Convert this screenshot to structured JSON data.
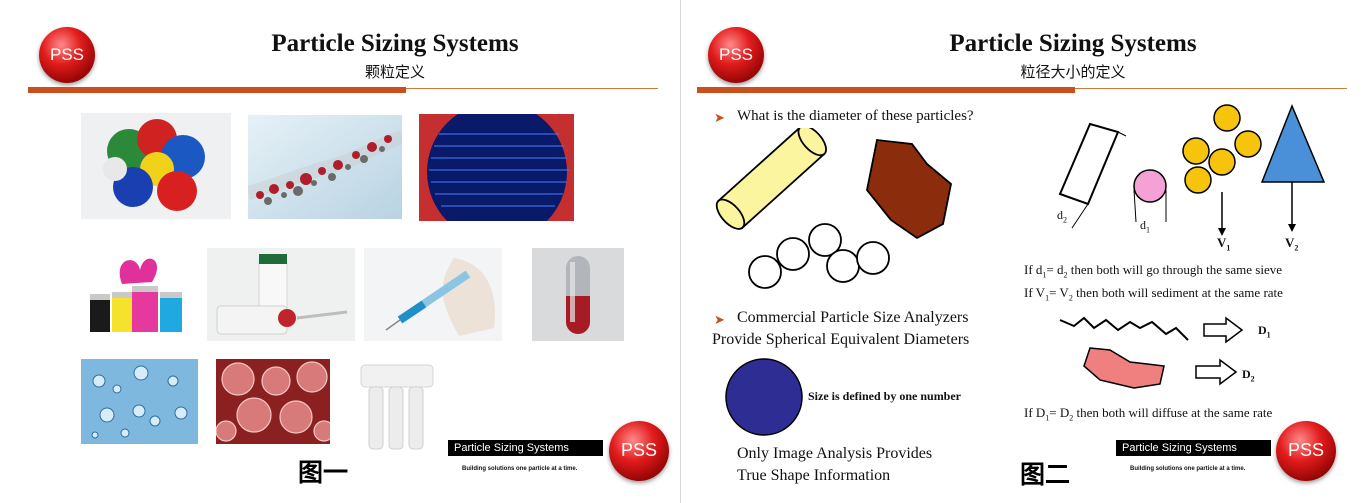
{
  "left": {
    "title": "Particle Sizing Systems",
    "subtitle": "颗粒定义",
    "logo_text": "PSS",
    "footer_box": "Particle Sizing Systems",
    "footer_tag": "Building solutions one particle at a time.",
    "figure_label": "图一"
  },
  "right": {
    "title": "Particle Sizing Systems",
    "subtitle": "粒径大小的定义",
    "logo_text": "PSS",
    "question": "What is the diameter of these particles?",
    "commercial_line1": "Commercial Particle Size Analyzers",
    "commercial_line2": "Provide Spherical Equivalent Diameters",
    "size_defined": "Size is defined by one number",
    "image_analysis_line1": "Only Image Analysis Provides",
    "image_analysis_line2": "True Shape Information",
    "d2_label": "d",
    "d2_sub": "2",
    "d1_label": "d",
    "d1_sub": "1",
    "v1_label": "V",
    "v1_sub": "1",
    "v2_label": "V",
    "v2_sub": "2",
    "sieve_line": {
      "a": "If d",
      "s1": "1",
      "b": "= d",
      "s2": "2",
      "c": " then both will go through the same sieve"
    },
    "sediment_line": {
      "a": "If V",
      "s1": "1",
      "b": "= V",
      "s2": "2",
      "c": " then both will sediment at the same rate"
    },
    "D1_label": "D",
    "D1_sub": "1",
    "D2_label": "D",
    "D2_sub": "2",
    "diffuse_line": {
      "a": "If D",
      "s1": "1",
      "b": "= D",
      "s2": "2",
      "c": " then both will diffuse at the same rate"
    },
    "footer_box": "Particle Sizing Systems",
    "footer_tag": "Building solutions one particle at a time.",
    "figure_label": "图二"
  },
  "colors": {
    "accent_orange": "#c9501c",
    "logo_red": "#e21c1c",
    "cylinder_yellow": "#fbf5a0",
    "brown_particle": "#8b2c0c",
    "pink_circle": "#f6a1d5",
    "gold_spheres": "#f6c40d",
    "blue_triangle": "#4a90d9",
    "navy_circle": "#2e2d94",
    "pink_blob": "#f08080"
  }
}
